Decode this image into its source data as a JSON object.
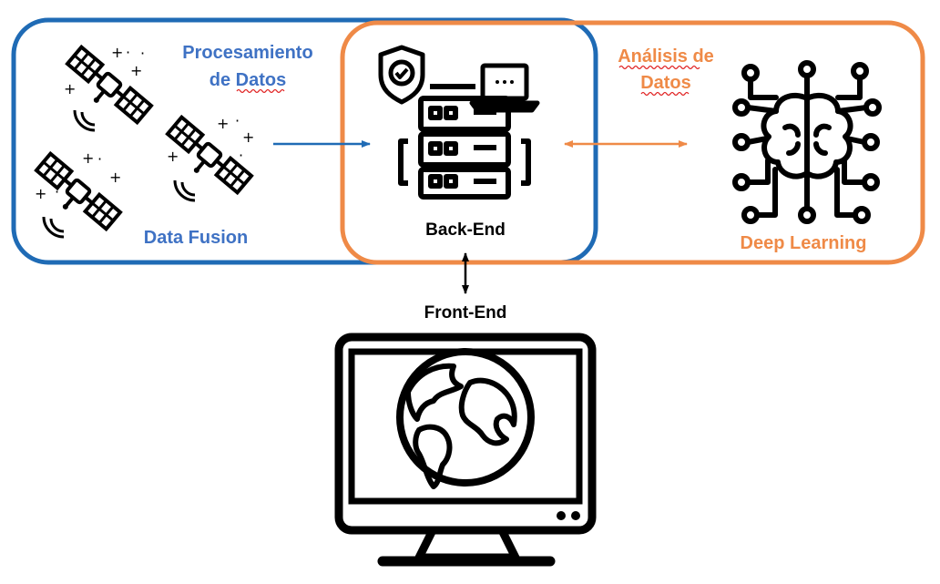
{
  "colors": {
    "blue": "#1f6bb5",
    "orange": "#ef8a47",
    "blue_text": "#3f72c4",
    "orange_text": "#ef8a47",
    "black": "#000000",
    "squiggle": "#e02020"
  },
  "labels": {
    "procesamiento_line1": "Procesamiento",
    "procesamiento_line2": "de Datos",
    "analisis_line1": "Análisis de",
    "analisis_line2": "Datos",
    "data_fusion": "Data Fusion",
    "back_end": "Back-End",
    "deep_learning": "Deep Learning",
    "front_end": "Front-End"
  },
  "icons": {
    "satellites": "satellite-icon",
    "server": "server-icon",
    "shield": "shield-check-icon",
    "laptop": "laptop-icon",
    "brain": "brain-circuit-icon",
    "monitor": "monitor-globe-icon"
  }
}
